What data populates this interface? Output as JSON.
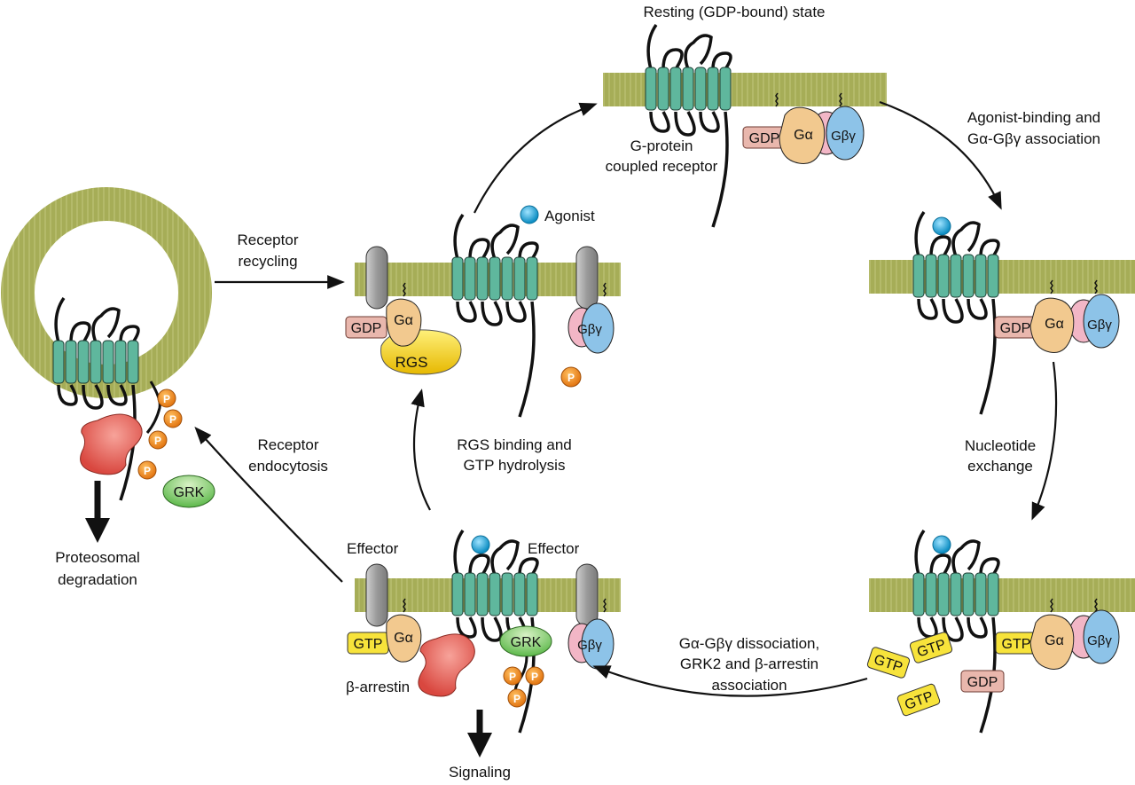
{
  "title": "GPCR activation, desensitization and recycling cycle",
  "colors": {
    "membrane": "#a6ad57",
    "membrane_dot": "#d7dba0",
    "helix": "#5fb79d",
    "helix_stroke": "#1c3d33",
    "ga": "#f2c98f",
    "gb": "#f2b6c6",
    "gg": "#8dc3e8",
    "gdp": "#e9b7ad",
    "gtp": "#f7e33b",
    "rgs": "#f2cc1a",
    "grk": "#8fd07a",
    "arrestin": "#e8635a",
    "effector": "#a9a9a9",
    "phospho": "#f08a1c",
    "agonist": "#1aa7dc",
    "line": "#111111"
  },
  "labels": {
    "resting_state": "Resting (GDP-bound) state",
    "gpcr_line1": "G-protein",
    "gpcr_line2": "coupled receptor",
    "agonist_binding_line1": "Agonist-binding and",
    "agonist_binding_line2": "Gα-Gβγ association",
    "nucleotide_exchange_line1": "Nucleotide",
    "nucleotide_exchange_line2": "exchange",
    "dissociation_line1": "Gα-Gβγ dissociation,",
    "dissociation_line2": "GRK2 and β-arrestin",
    "dissociation_line3": "association",
    "rgs_binding_line1": "RGS binding and",
    "rgs_binding_line2": "GTP hydrolysis",
    "agonist_legend": "Agonist",
    "receptor_recycling_line1": "Receptor",
    "receptor_recycling_line2": "recycling",
    "receptor_endocytosis_line1": "Receptor",
    "receptor_endocytosis_line2": "endocytosis",
    "proteosomal_line1": "Proteosomal",
    "proteosomal_line2": "degradation",
    "signaling": "Signaling",
    "effector_left": "Effector",
    "effector_right": "Effector",
    "beta_arrestin": "β-arrestin"
  },
  "molecules": {
    "gdp": "GDP",
    "gtp": "GTP",
    "ga": "Gα",
    "gbg": "Gβγ",
    "rgs": "RGS",
    "grk": "GRK",
    "p": "P"
  }
}
